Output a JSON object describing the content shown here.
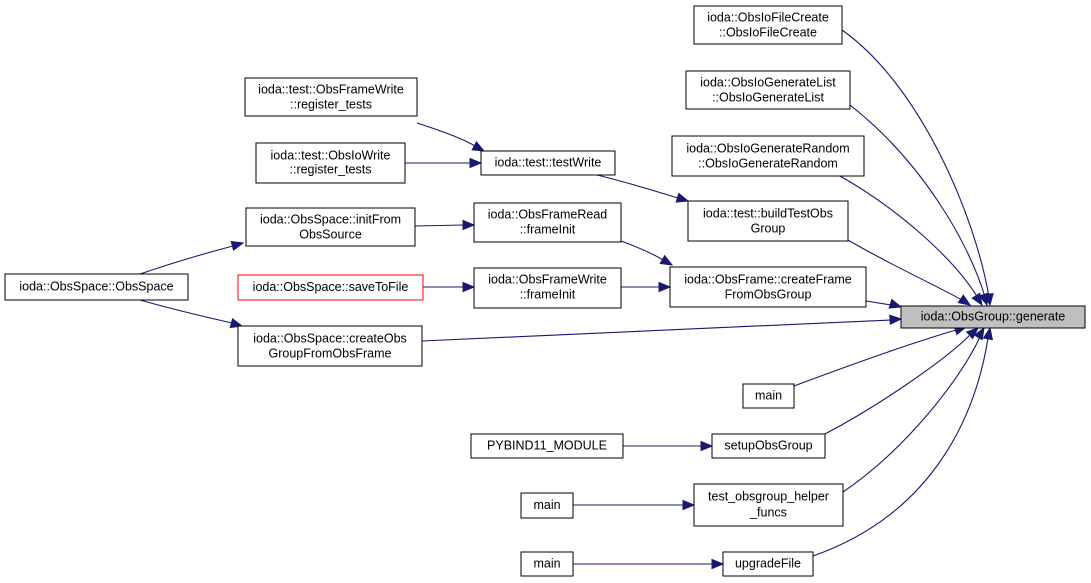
{
  "colors": {
    "edge": "#191970",
    "node_border": "#000000",
    "highlight_fill": "#bfbfbf",
    "red_border": "#ff0000",
    "background": "#ffffff"
  },
  "nodes": {
    "generate": [
      "ioda::ObsGroup::generate"
    ],
    "obsiofilecreate": [
      "ioda::ObsIoFileCreate",
      "::ObsIoFileCreate"
    ],
    "obsiogeneratelist": [
      "ioda::ObsIoGenerateList",
      "::ObsIoGenerateList"
    ],
    "obsiogeneraterandom": [
      "ioda::ObsIoGenerateRandom",
      "::ObsIoGenerateRandom"
    ],
    "buildtestobsgroup": [
      "ioda::test::buildTestObs",
      "Group"
    ],
    "createframefromobsgroup": [
      "ioda::ObsFrame::createFrame",
      "FromObsGroup"
    ],
    "createobsgroupfromobsframe": [
      "ioda::ObsSpace::createObs",
      "GroupFromObsFrame"
    ],
    "main1": [
      "main"
    ],
    "setupobsgroup": [
      "setupObsGroup"
    ],
    "testobsgrouphelper": [
      "test_obsgroup_helper",
      "_funcs"
    ],
    "upgradefile": [
      "upgradeFile"
    ],
    "obsframewrite_register": [
      "ioda::test::ObsFrameWrite",
      "::register_tests"
    ],
    "obsiowrite_register": [
      "ioda::test::ObsIoWrite",
      "::register_tests"
    ],
    "testwrite": [
      "ioda::test::testWrite"
    ],
    "initfromobssource": [
      "ioda::ObsSpace::initFrom",
      "ObsSource"
    ],
    "obsframeread_frameinit": [
      "ioda::ObsFrameRead",
      "::frameInit"
    ],
    "savetofile": [
      "ioda::ObsSpace::saveToFile"
    ],
    "obsframewrite_frameinit": [
      "ioda::ObsFrameWrite",
      "::frameInit"
    ],
    "obsspace_ctor": [
      "ioda::ObsSpace::ObsSpace"
    ],
    "pybind11": [
      "PYBIND11_MODULE"
    ],
    "main2": [
      "main"
    ],
    "main3": [
      "main"
    ]
  },
  "edges": [
    [
      "obsiofilecreate",
      "generate"
    ],
    [
      "obsiogeneratelist",
      "generate"
    ],
    [
      "obsiogeneraterandom",
      "generate"
    ],
    [
      "buildtestobsgroup",
      "generate"
    ],
    [
      "createframefromobsgroup",
      "generate"
    ],
    [
      "createobsgroupfromobsframe",
      "generate"
    ],
    [
      "main1",
      "generate"
    ],
    [
      "setupobsgroup",
      "generate"
    ],
    [
      "testobsgrouphelper",
      "generate"
    ],
    [
      "upgradefile",
      "generate"
    ],
    [
      "obsframewrite_register",
      "testwrite"
    ],
    [
      "obsiowrite_register",
      "testwrite"
    ],
    [
      "testwrite",
      "buildtestobsgroup"
    ],
    [
      "initfromobssource",
      "obsframeread_frameinit"
    ],
    [
      "obsframeread_frameinit",
      "createframefromobsgroup"
    ],
    [
      "savetofile",
      "obsframewrite_frameinit"
    ],
    [
      "obsframewrite_frameinit",
      "createframefromobsgroup"
    ],
    [
      "obsspace_ctor",
      "initfromobssource"
    ],
    [
      "obsspace_ctor",
      "createobsgroupfromobsframe"
    ],
    [
      "pybind11",
      "setupobsgroup"
    ],
    [
      "main2",
      "testobsgrouphelper"
    ],
    [
      "main3",
      "upgradefile"
    ]
  ]
}
